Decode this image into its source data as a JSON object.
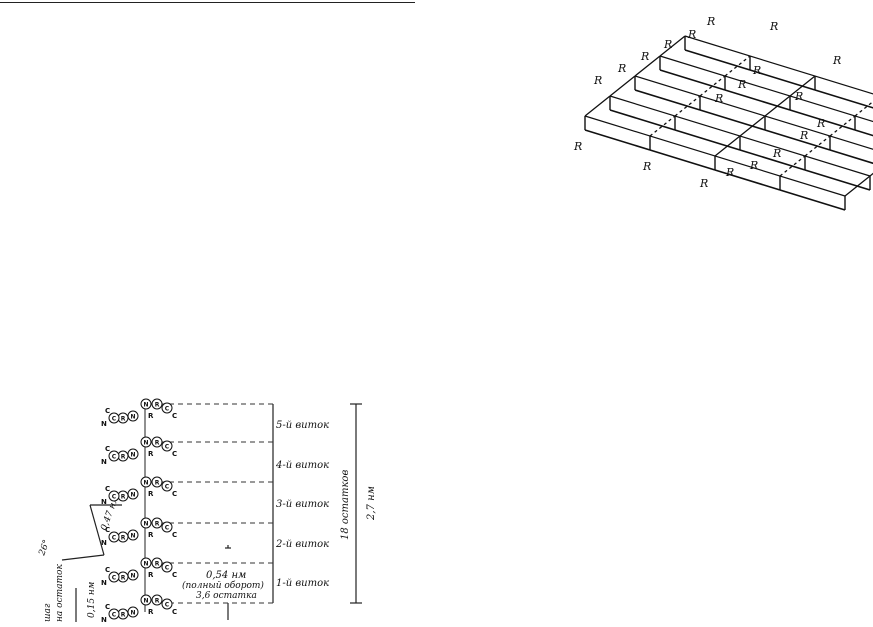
{
  "sheet": {
    "r_label": "R"
  },
  "helix": {
    "turns": [
      "5-й виток",
      "4-й виток",
      "3-й виток",
      "2-й виток",
      "1-й виток"
    ],
    "total_height": "2,7 нм",
    "residues_count": "18 остатков",
    "pitch_line1": "0,54 нм",
    "pitch_line2": "(полный оборот)",
    "pitch_line3": "3,6 остатка",
    "bond_length": "0,47 нм",
    "angle": "26°",
    "rise_label1": "шаг",
    "rise_label2": "на остаток",
    "rise_value": "0,15 нм",
    "atom_labels": {
      "n": "N",
      "c": "C",
      "r": "R"
    }
  }
}
